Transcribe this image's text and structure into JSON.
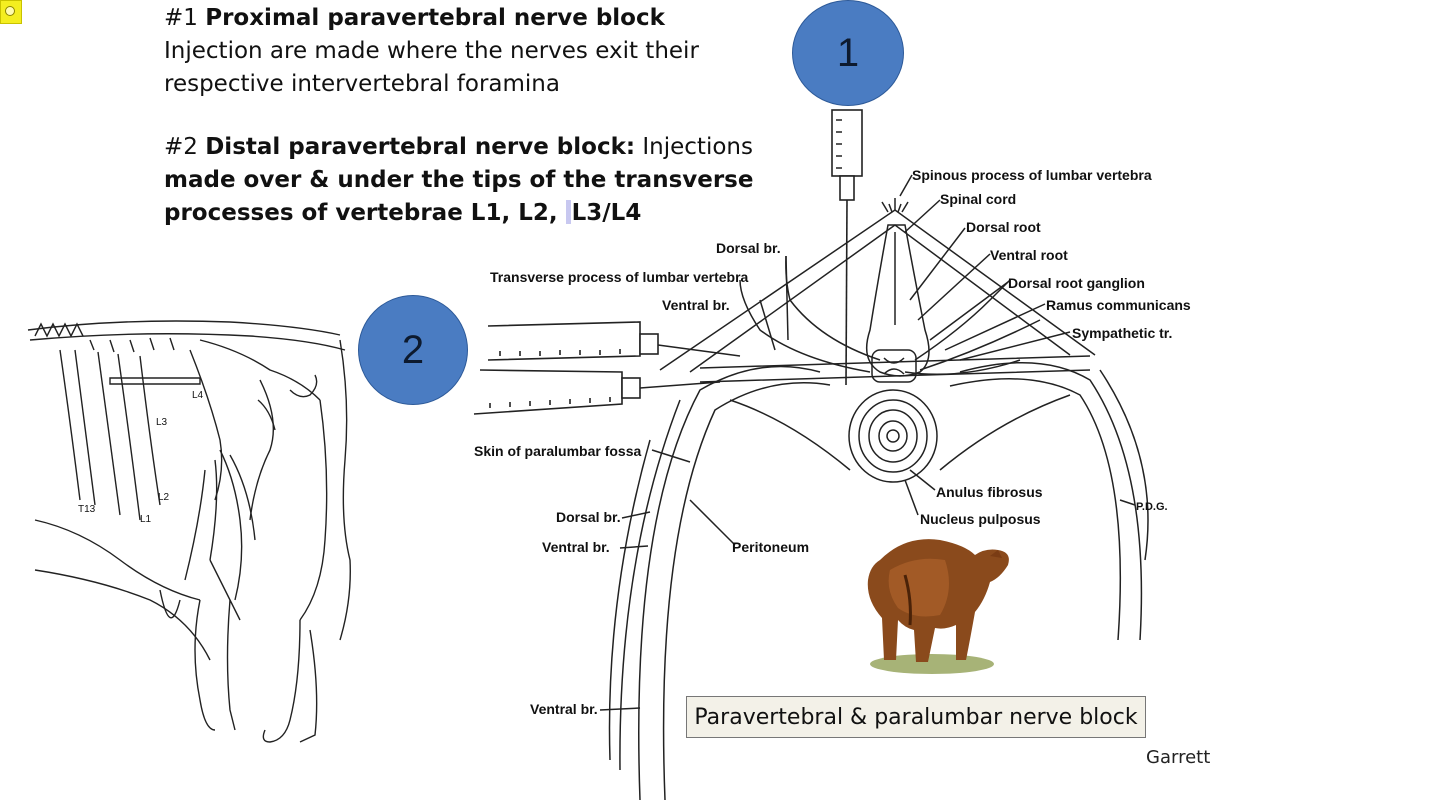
{
  "slide": {
    "item1": {
      "number": "#1",
      "title": "Proximal paravertebral nerve block",
      "desc_line1": "Injection are made where the nerves exit their",
      "desc_line2": "respective intervertebral foramina"
    },
    "item2": {
      "number": "#2",
      "title": "Distal paravertebral nerve block:",
      "desc_inline": " Injections",
      "line2": "made over & under the tips of the transverse",
      "line3_prefix": "processes of vertebrae L1, L2, ",
      "line3_suffix": "L3/L4"
    },
    "badge1": "1",
    "badge2": "2",
    "caption": "Paravertebral & paralumbar nerve block",
    "credit": "Garrett"
  },
  "diagram": {
    "labels": {
      "spinous": "Spinous process of lumbar vertebra",
      "spinal_cord": "Spinal cord",
      "dorsal_root": "Dorsal root",
      "ventral_root": "Ventral root",
      "drg": "Dorsal root ganglion",
      "ramus": "Ramus communicans",
      "sympathetic": "Sympathetic tr.",
      "dorsal_br_top": "Dorsal br.",
      "transverse": "Transverse process of lumbar vertebra",
      "ventral_br_top": "Ventral br.",
      "skin": "Skin of paralumbar fossa",
      "dorsal_br_mid": "Dorsal br.",
      "ventral_br_mid": "Ventral br.",
      "peritoneum": "Peritoneum",
      "anulus": "Anulus fibrosus",
      "nucleus": "Nucleus pulposus",
      "ventral_br_bottom": "Ventral br.",
      "pdg": "P.D.G."
    },
    "cow_sketch_labels": {
      "t13": "T13",
      "l1": "L1",
      "l2": "L2",
      "l3": "L3",
      "l4": "L4"
    }
  }
}
